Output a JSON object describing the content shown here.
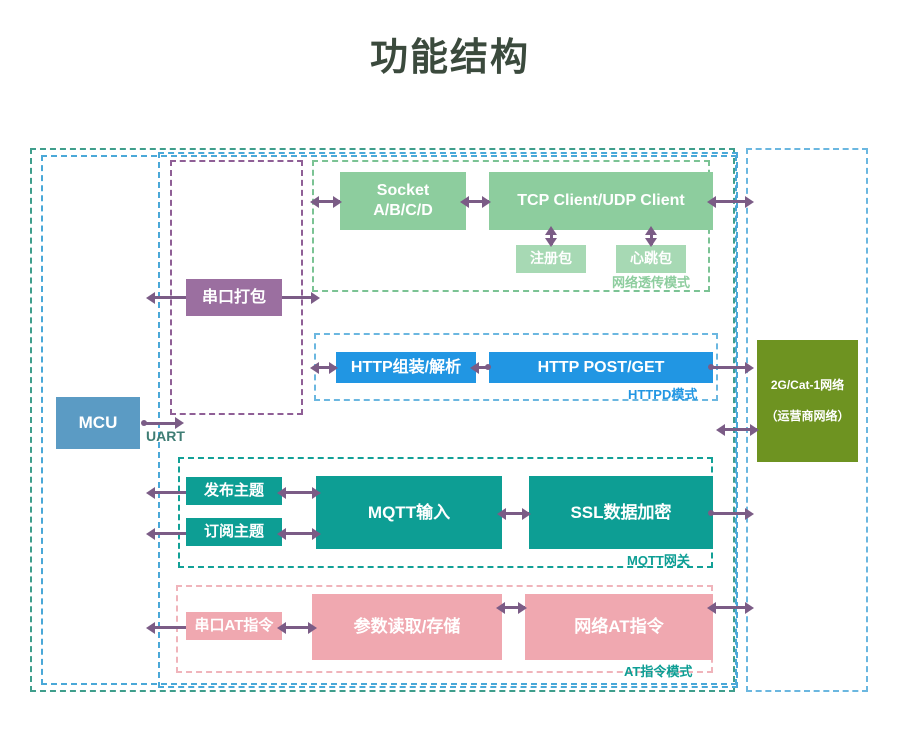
{
  "page": {
    "title": "功能结构"
  },
  "colors": {
    "title": "#3b4a3d",
    "socket_green": "#8dcd9e",
    "packet_green": "#a7d9b4",
    "serial_purple": "#9b6fa0",
    "http_blue": "#2196e3",
    "mqtt_teal": "#0d9e94",
    "at_pink": "#f0a8b0",
    "mcu_blue": "#5b9bc4",
    "network_olive": "#6e9321",
    "arrow_purple": "#7b5c86"
  },
  "endpoints": {
    "mcu": {
      "label": "MCU"
    },
    "uart": {
      "label": "UART"
    },
    "network": {
      "line1": "2G/Cat-1网络",
      "line2": "（运营商网络）"
    }
  },
  "serial_packing": {
    "label": "串口打包"
  },
  "sections": [
    {
      "id": "transparent-transmission",
      "caption": "网络透传模式",
      "boxes": [
        {
          "id": "socket",
          "line1": "Socket",
          "line2": "A/B/C/D"
        },
        {
          "id": "tcp-udp-client",
          "line1": "TCP Client/UDP Client"
        },
        {
          "id": "register-packet",
          "line1": "注册包"
        },
        {
          "id": "heartbeat-packet",
          "line1": "心跳包"
        }
      ]
    },
    {
      "id": "httpd",
      "caption": "HTTPD模式",
      "boxes": [
        {
          "id": "http-assemble-parse",
          "line1": "HTTP组装/解析"
        },
        {
          "id": "http-post-get",
          "line1": "HTTP POST/GET"
        }
      ]
    },
    {
      "id": "mqtt",
      "caption": "MQTT网关",
      "boxes": [
        {
          "id": "publish-topic",
          "line1": "发布主题"
        },
        {
          "id": "subscribe-topic",
          "line1": "订阅主题"
        },
        {
          "id": "mqtt-input",
          "line1": "MQTT输入"
        },
        {
          "id": "ssl-encryption",
          "line1": "SSL数据加密"
        }
      ]
    },
    {
      "id": "at-command",
      "caption": "AT指令模式",
      "boxes": [
        {
          "id": "serial-at-command",
          "line1": "串口AT指令"
        },
        {
          "id": "param-read-store",
          "line1": "参数读取/存储"
        },
        {
          "id": "network-at-command",
          "line1": "网络AT指令"
        }
      ]
    }
  ]
}
